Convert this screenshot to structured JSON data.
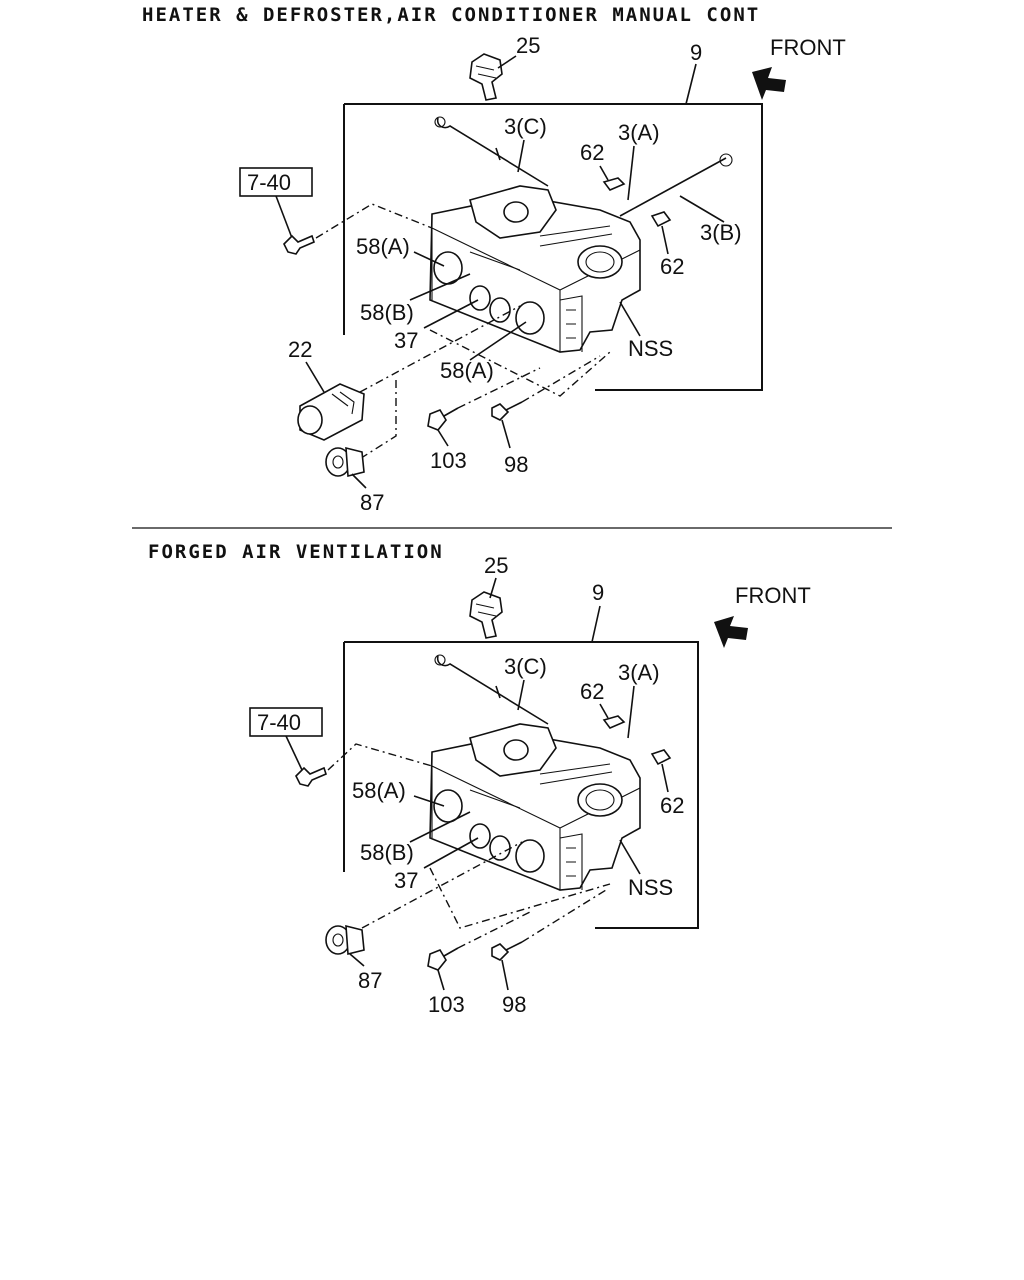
{
  "sections": [
    {
      "title": "HEATER & DEFROSTER,AIR CONDITIONER MANUAL CONT",
      "front": "FRONT",
      "ref": "7-40",
      "labels": {
        "p25": "25",
        "p9": "9",
        "p3c": "3(C)",
        "p3a": "3(A)",
        "p3b": "3(B)",
        "p62a": "62",
        "p62b": "62",
        "p58a1": "58(A)",
        "p58b": "58(B)",
        "p37": "37",
        "p58a2": "58(A)",
        "pnss": "NSS",
        "p22": "22",
        "p103": "103",
        "p98": "98",
        "p87": "87"
      }
    },
    {
      "title": "FORGED AIR VENTILATION",
      "front": "FRONT",
      "ref": "7-40",
      "labels": {
        "p25": "25",
        "p9": "9",
        "p3c": "3(C)",
        "p3a": "3(A)",
        "p62a": "62",
        "p62b": "62",
        "p58a1": "58(A)",
        "p58b": "58(B)",
        "p37": "37",
        "pnss": "NSS",
        "p87": "87",
        "p103": "103",
        "p98": "98"
      }
    }
  ]
}
